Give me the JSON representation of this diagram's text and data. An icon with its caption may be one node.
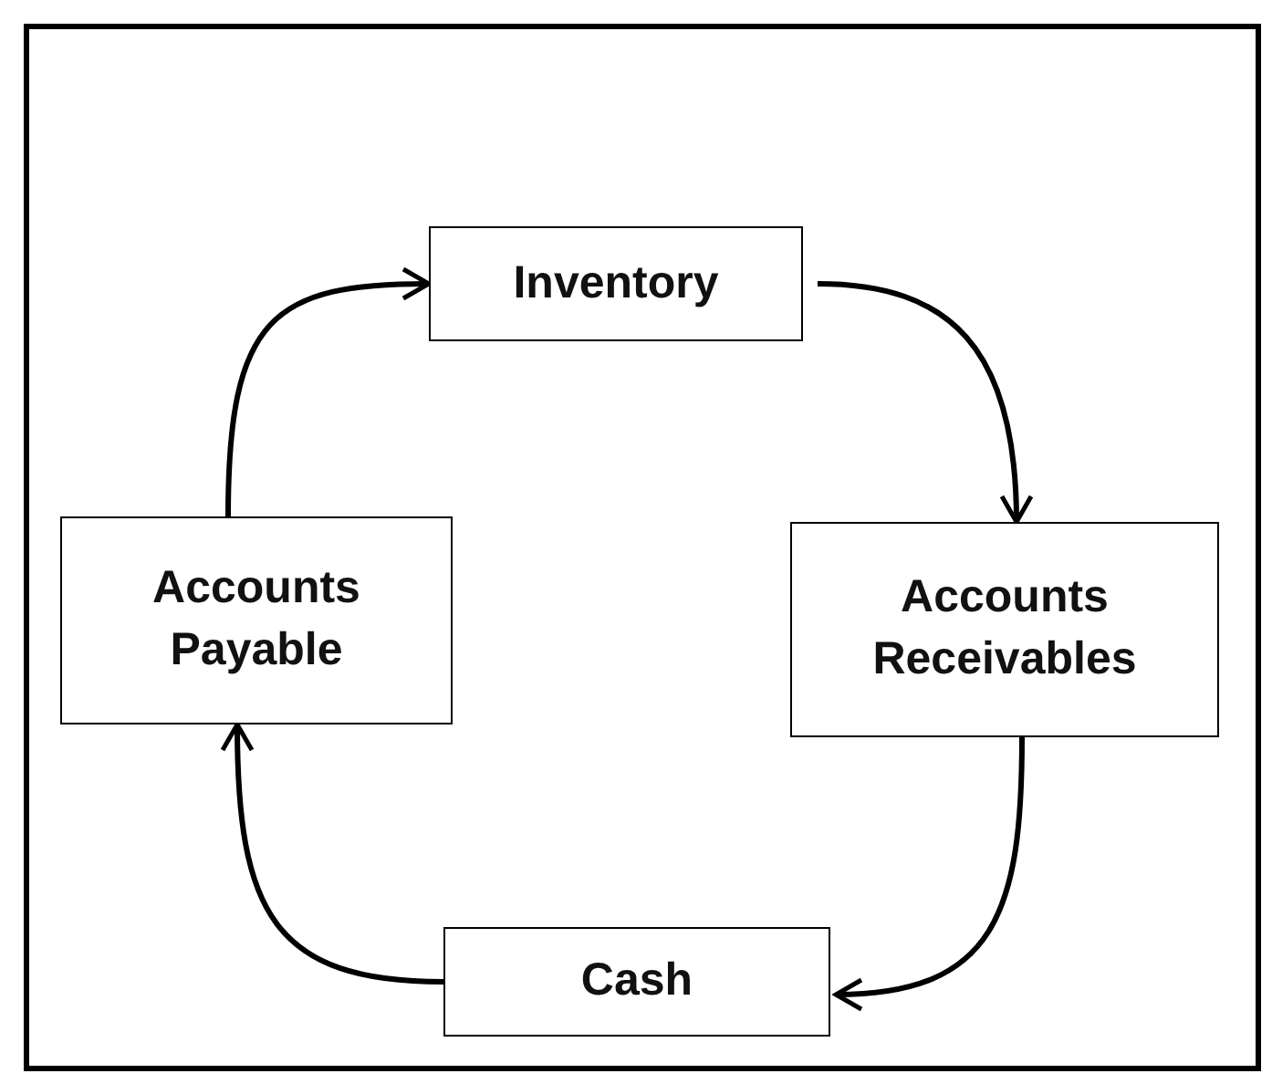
{
  "diagram": {
    "nodes": [
      {
        "text": [
          "Inventory"
        ]
      },
      {
        "text": [
          "Accounts Payable"
        ]
      },
      {
        "text": [
          "Accounts Receivables"
        ]
      },
      {
        "text": [
          "Cash"
        ]
      }
    ],
    "edges": [
      {
        "from": 1,
        "to": 0,
        "arrow": "to"
      },
      {
        "from": 0,
        "to": 2,
        "arrow": "to"
      },
      {
        "from": 2,
        "to": 3,
        "arrow": "to"
      },
      {
        "from": 3,
        "to": 1,
        "arrow": "to"
      }
    ]
  }
}
